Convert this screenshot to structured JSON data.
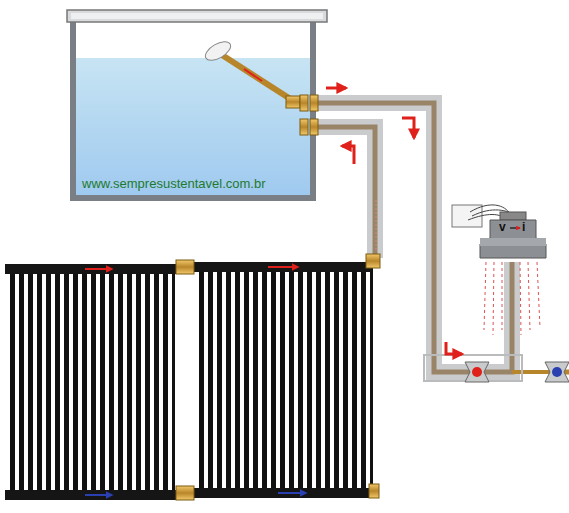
{
  "diagram": {
    "labels": [
      "www.sempresustentavel.com.br",
      "v",
      "i"
    ]
  }
}
